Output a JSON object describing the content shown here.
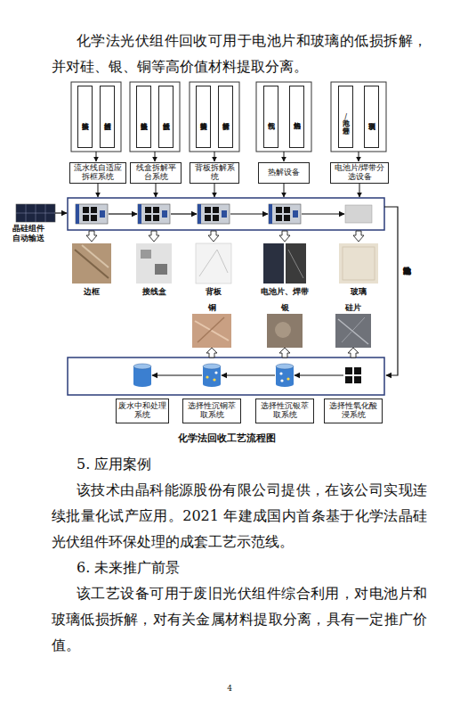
{
  "diagram": {
    "caption": "化学法回收工艺流程图",
    "nodes": [
      {
        "text": [
          "拆框策略决策"
        ]
      },
      {
        "text": [
          "边框拆解技术"
        ]
      },
      {
        "text": [
          "拆线盒策略决策"
        ]
      },
      {
        "text": [
          "线盒拆解技术"
        ]
      },
      {
        "text": [
          "拆背板策略决策"
        ]
      },
      {
        "text": [
          "背板拆解技术"
        ]
      },
      {
        "text": [
          "气氛控制"
        ]
      },
      {
        "text": [
          "热场均匀热解"
        ]
      },
      {
        "text": [
          "电池片/焊带分选"
        ]
      },
      {
        "text": [
          "玻璃识别下料"
        ]
      },
      {
        "text": [
          "流水线自适应拆框系统"
        ]
      },
      {
        "text": [
          "线盒拆解平台系统"
        ]
      },
      {
        "text": [
          "背板拆解系统"
        ]
      },
      {
        "text": [
          "热解设备"
        ]
      },
      {
        "text": [
          "电池片/焊带分选设备"
        ]
      },
      {
        "text": [
          "废水中和处理系统"
        ]
      },
      {
        "text": [
          "选择性沉铜萃取系统"
        ]
      },
      {
        "text": [
          "选择性沉银萃取系统"
        ]
      },
      {
        "text": [
          "选择性氧化酸浸系统"
        ]
      }
    ],
    "labels": [
      "化学法光伏组件回收可用于电池片和玻璃的低损拆解，并对硅、银、铜等高价值材料提取分离。",
      "晶硅组件自动输送",
      "边框",
      "接线盒",
      "背板",
      "电池片、焊带",
      "玻璃",
      "铜",
      "银",
      "硅片",
      "电池片自动输送",
      "5. 应用案例",
      "该技术由晶科能源股份有限公司提供，在该公司实现连续批量化试产应用。2021 年建成国内首条基于化学法晶硅光伏组件环保处理的成套工艺示范线。",
      "6. 未来推广前景",
      "该工艺设备可用于废旧光伏组件综合利用，对电池片和玻璃低损拆解，对有关金属材料提取分离，具有一定推广价值。",
      "4"
    ]
  }
}
